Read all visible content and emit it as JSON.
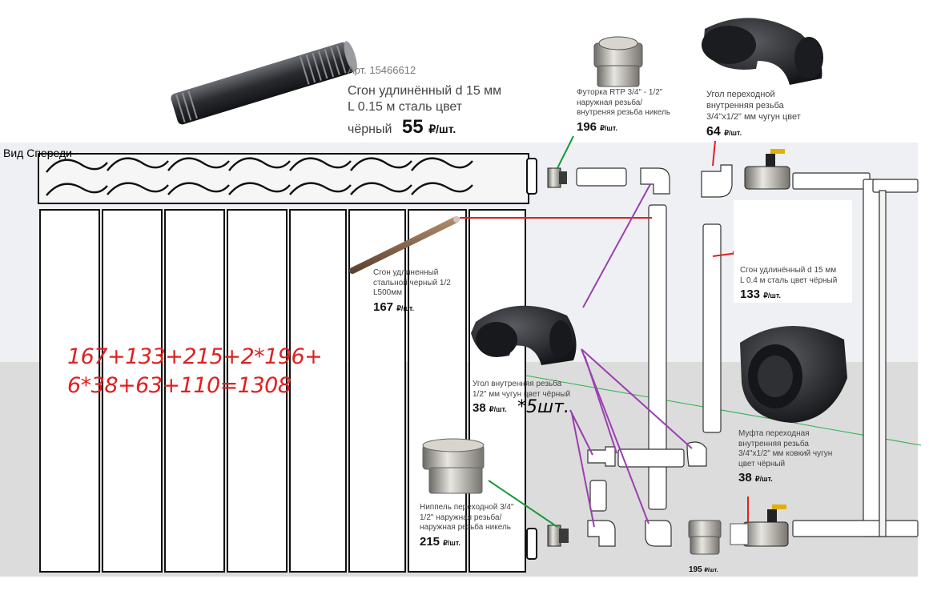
{
  "view_label": "Вид Спереди",
  "formula": {
    "line1": "167+133+215+2*196+",
    "line2": "6*38+63+110=1308"
  },
  "count_label": "*5шт.",
  "items": {
    "sgon_short": {
      "article": "Арт. 15466612",
      "name_line1": "Сгон удлинённый d 15 мм",
      "name_line2": "L 0.15 м сталь цвет",
      "name_line3": "чёрный",
      "price": "55",
      "unit": "₽/шт."
    },
    "futorka": {
      "name_line1": "Футорка RTP 3/4\" - 1/2\"",
      "name_line2": "наружная резьба/",
      "name_line3": "внутреняя резьба никель",
      "price": "196",
      "unit": "₽/шт."
    },
    "angle_transition": {
      "name_line1": "Угол переходной",
      "name_line2": "внутренняя резьба",
      "name_line3": "3/4\"x1/2\" мм чугун цвет",
      "price": "64",
      "unit": "₽/шт."
    },
    "sgon_long": {
      "name_line1": "Сгон удлиненный",
      "name_line2": "стальной черный 1/2",
      "name_line3": "L500мм",
      "price": "167",
      "unit": "₽/шт."
    },
    "sgon_04": {
      "name_line1": "Сгон удлинённый d 15 мм",
      "name_line2": "L 0.4 м сталь цвет чёрный",
      "price": "133",
      "unit": "₽/шт."
    },
    "angle_internal": {
      "name_line1": "Угол внутренняя резьба",
      "name_line2": "1/2\" мм чугун цвет чёрный",
      "price": "38",
      "unit": "₽/шт."
    },
    "mufta": {
      "name_line1": "Муфта переходная",
      "name_line2": "внутренняя резьба",
      "name_line3": "3/4\"x1/2\" мм ковкий чугун",
      "name_line4": "цвет чёрный",
      "price": "38",
      "unit": "₽/шт."
    },
    "nipple": {
      "name_line1": "Ниппель переходной 3/4\"",
      "name_line2": "1/2\" наружная резьба/",
      "name_line3": "наружная резьба никель",
      "price": "215",
      "unit": "₽/шт."
    },
    "nipple_small": {
      "price": "195",
      "unit": "₽/шт."
    }
  },
  "colors": {
    "annotation_red": "#e02020",
    "leader_green": "#1a9a3a",
    "leader_purple": "#9b3fb0",
    "pipe_white": "#ffffff",
    "iron_dark": "#2c2d31"
  }
}
